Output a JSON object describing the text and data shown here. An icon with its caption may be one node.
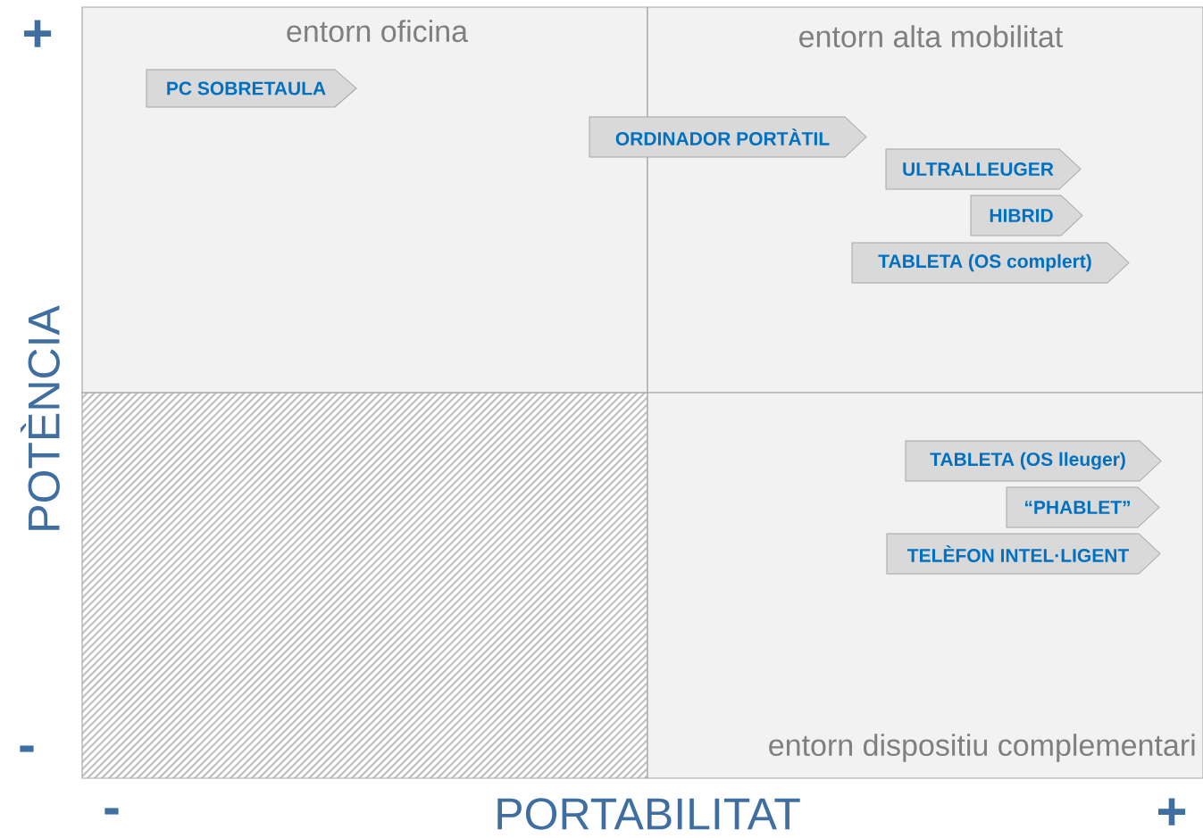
{
  "diagram": {
    "nodes": [
      {
        "text": [
          "entorn oficina"
        ]
      },
      {
        "text": [
          "PC SOBRETAULA"
        ],
        "in": 0
      },
      {
        "text": [
          "entorn alta mobilitat"
        ]
      },
      {
        "text": [
          "ORDINADOR PORTÀTIL"
        ]
      },
      {
        "text": [
          "ULTRALLEUGER"
        ],
        "in": 2
      },
      {
        "text": [
          "HIBRID"
        ],
        "in": 2
      },
      {
        "text": [
          "TABLETA (OS complert)"
        ],
        "in": 2
      },
      {
        "text": [],
        "shape": "box"
      },
      {
        "text": [
          "entorn dispositiu complementari"
        ]
      },
      {
        "text": [
          "TABLETA (OS lleuger)"
        ],
        "in": 8
      },
      {
        "text": [
          "“PHABLET”"
        ],
        "in": 8
      },
      {
        "text": [
          "TELÈFON INTEL·LIGENT"
        ],
        "in": 8
      }
    ],
    "labels": [
      "+",
      "POTÈNCIA",
      "-",
      "-",
      "PORTABILITAT",
      "+"
    ]
  }
}
